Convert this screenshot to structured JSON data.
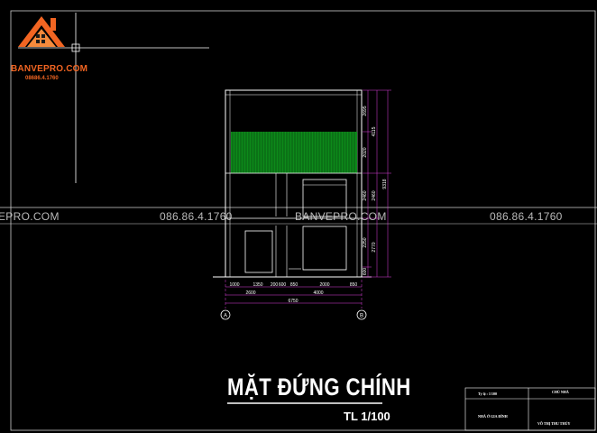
{
  "logo": {
    "brand": "BANVEPRO.COM",
    "phone": "08686.4.1760",
    "colors": {
      "roof": "#f26522",
      "window": "#1a1a1a"
    }
  },
  "watermarks": [
    {
      "text": "EPRO.COM"
    },
    {
      "text": "086.86.4.1760"
    },
    {
      "text": "BANVEPRO.COM"
    },
    {
      "text": "086.86.4.1760"
    }
  ],
  "drawing": {
    "title": "MẶT ĐỨNG CHÍNH",
    "scale": "TL 1/100",
    "vertical_dims_inner": [
      "2695",
      "2020",
      "2460",
      "2250",
      "600"
    ],
    "vertical_dims_mid": [
      "4115",
      "2460",
      "2770"
    ],
    "vertical_dim_total": "9318",
    "horizontal_dims_row1": [
      "1000",
      "1350",
      "200",
      "600",
      "850",
      "2000",
      "850"
    ],
    "horizontal_dims_row2": [
      "2600",
      "4000"
    ],
    "horizontal_dim_total": "6750",
    "axes": [
      "A",
      "B"
    ],
    "colors": {
      "wall": "#ffffff",
      "dim": "#e040e0",
      "green": "#0d8a1a",
      "cross": "#ffffff"
    }
  },
  "title_block": {
    "row1_left": "Tỷ lệ : 1/100",
    "row1_right": "CHỦ NHÀ",
    "row2_left": "NHÀ Ở GIA ĐÌNH",
    "row2_right": "VÕ THỊ THU THỦY"
  }
}
